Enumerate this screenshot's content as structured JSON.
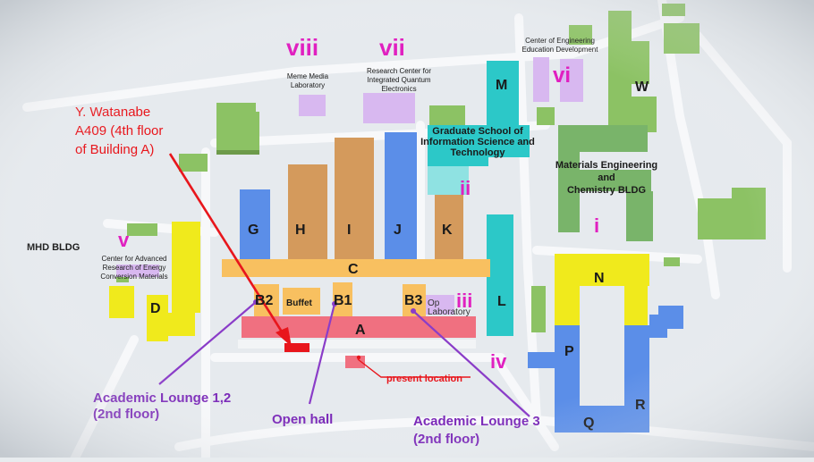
{
  "buildings": {
    "A": "A",
    "B1": "B1",
    "B2": "B2",
    "B3": "B3",
    "C": "C",
    "D": "D",
    "G": "G",
    "H": "H",
    "I": "I",
    "J": "J",
    "K": "K",
    "L": "L",
    "M": "M",
    "N": "N",
    "P": "P",
    "Q": "Q",
    "R": "R",
    "W": "W",
    "buffet": "Buffet",
    "op_partial": "Op",
    "laboratory_partial": "Laboratory"
  },
  "numerals": {
    "i": "i",
    "ii": "ii",
    "iii": "iii",
    "iv": "iv",
    "v": "v",
    "vi": "vi",
    "vii": "vii",
    "viii": "viii"
  },
  "labels": {
    "meme_media": [
      "Meme Media",
      "Laboratory"
    ],
    "quantum": [
      "Research Center for",
      "Integrated Quantum",
      "Electronics"
    ],
    "engineering_edu": [
      "Center of Engineering",
      "Education Development"
    ],
    "graduate_school": [
      "Graduate School of",
      "Information Science and",
      "Technology"
    ],
    "materials": [
      "Materials Engineering",
      "and",
      "Chemistry BLDG"
    ],
    "mhd": "MHD BLDG",
    "energy_center": [
      "Center for Advanced",
      "Research of Energy",
      "Conversion Materials"
    ]
  },
  "annotations": {
    "office": [
      "Y. Watanabe",
      "A409 (4th floor",
      "of Building  A)"
    ],
    "present_location": "present location",
    "lounge12": [
      "Academic Lounge 1,2",
      "(2nd floor)"
    ],
    "open_hall": "Open hall",
    "lounge3": [
      "Academic Lounge 3",
      "(2nd floor)"
    ]
  },
  "colors": {
    "background": "#e8ecef",
    "green": "#8cc264",
    "yellow": "#f0ea1c",
    "orange": "#f8c060",
    "brown": "#d49a5c",
    "blue": "#5b8ee8",
    "teal": "#2cc8c8",
    "lavender": "#d8b8f0",
    "pink_a": "#f07080",
    "red": "#e8161c",
    "purple_text": "#7a28b8",
    "magenta_numeral": "#e020c0"
  }
}
